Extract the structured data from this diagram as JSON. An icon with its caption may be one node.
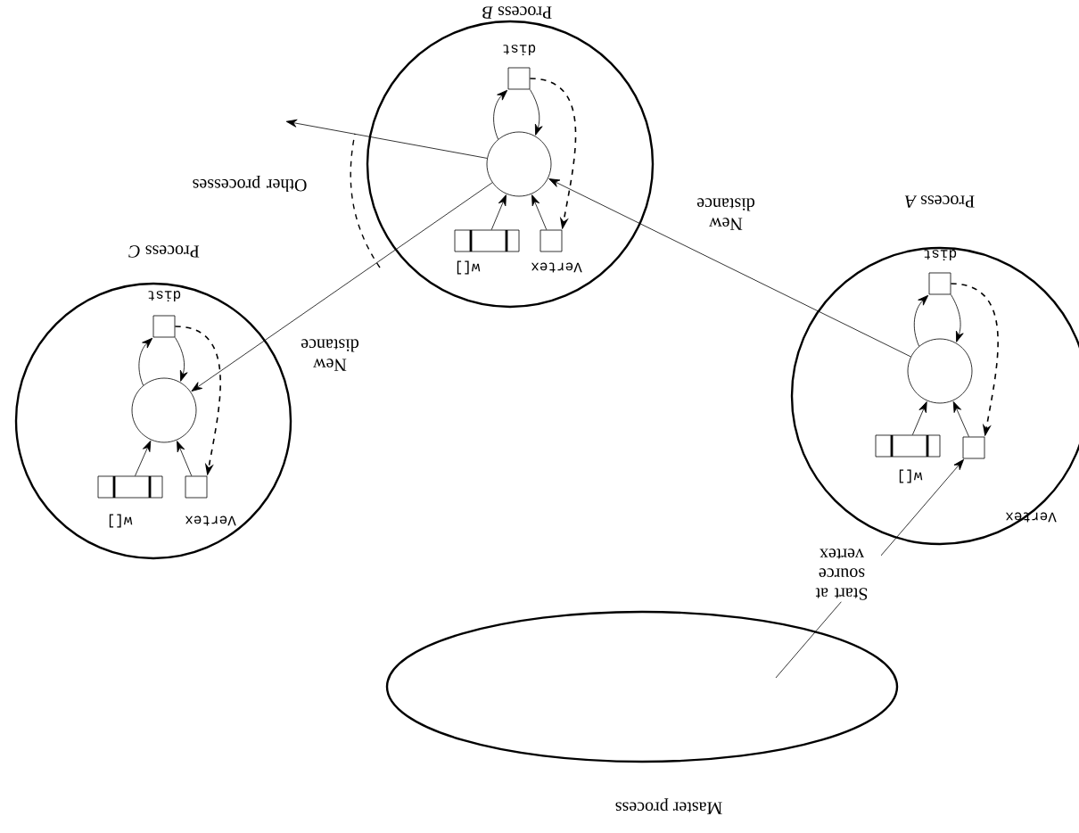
{
  "diagram": {
    "nodes": [
      {
        "text": [
          "Process *B*"
        ]
      },
      {
        "text": [],
        "shape": "circle",
        "in": 0
      },
      {
        "text": [
          "dist"
        ],
        "in": 0
      },
      {
        "text": [
          "Vertex"
        ],
        "in": 0
      },
      {
        "text": [
          "w[]"
        ],
        "in": 0
      },
      {
        "text": [
          "Process *C*"
        ]
      },
      {
        "text": [],
        "shape": "circle",
        "in": 5
      },
      {
        "text": [
          "dist"
        ],
        "in": 5
      },
      {
        "text": [
          "Vertex"
        ],
        "in": 5
      },
      {
        "text": [
          "w[]"
        ],
        "in": 5
      },
      {
        "text": [
          "Process *A*"
        ]
      },
      {
        "text": [],
        "shape": "circle",
        "in": 10
      },
      {
        "text": [
          "dist"
        ],
        "in": 10
      },
      {
        "text": [
          "Vertex"
        ],
        "in": 10
      },
      {
        "text": [
          "w[]"
        ],
        "in": 10
      },
      {
        "text": [
          "Master process"
        ]
      }
    ],
    "edges": [
      {
        "from": 1,
        "to": 2,
        "arrow": "to"
      },
      {
        "from": 2,
        "to": 1,
        "arrow": "to"
      },
      {
        "from": 2,
        "to": 3,
        "arrow": "to",
        "style": "dashed"
      },
      {
        "from": 3,
        "to": 1,
        "arrow": "to"
      },
      {
        "from": 4,
        "to": 1,
        "arrow": "to"
      },
      {
        "from": 6,
        "to": 7,
        "arrow": "to"
      },
      {
        "from": 7,
        "to": 6,
        "arrow": "to"
      },
      {
        "from": 7,
        "to": 8,
        "arrow": "to",
        "style": "dashed"
      },
      {
        "from": 8,
        "to": 6,
        "arrow": "to"
      },
      {
        "from": 9,
        "to": 6,
        "arrow": "to"
      },
      {
        "from": 11,
        "to": 12,
        "arrow": "to"
      },
      {
        "from": 12,
        "to": 11,
        "arrow": "to"
      },
      {
        "from": 12,
        "to": 13,
        "arrow": "to",
        "style": "dashed"
      },
      {
        "from": 13,
        "to": 11,
        "arrow": "to"
      },
      {
        "from": 14,
        "to": 11,
        "arrow": "to"
      },
      {
        "from": 15,
        "to": 13,
        "arrow": "to",
        "label": "Start at source vertex"
      },
      {
        "from": 11,
        "to": 1,
        "arrow": "to",
        "label": "New distance"
      },
      {
        "from": 1,
        "to": 6,
        "arrow": "to",
        "label": "New distance"
      },
      {
        "from": 1,
        "to": null,
        "arrow": "to",
        "label": "Other processes"
      }
    ]
  }
}
